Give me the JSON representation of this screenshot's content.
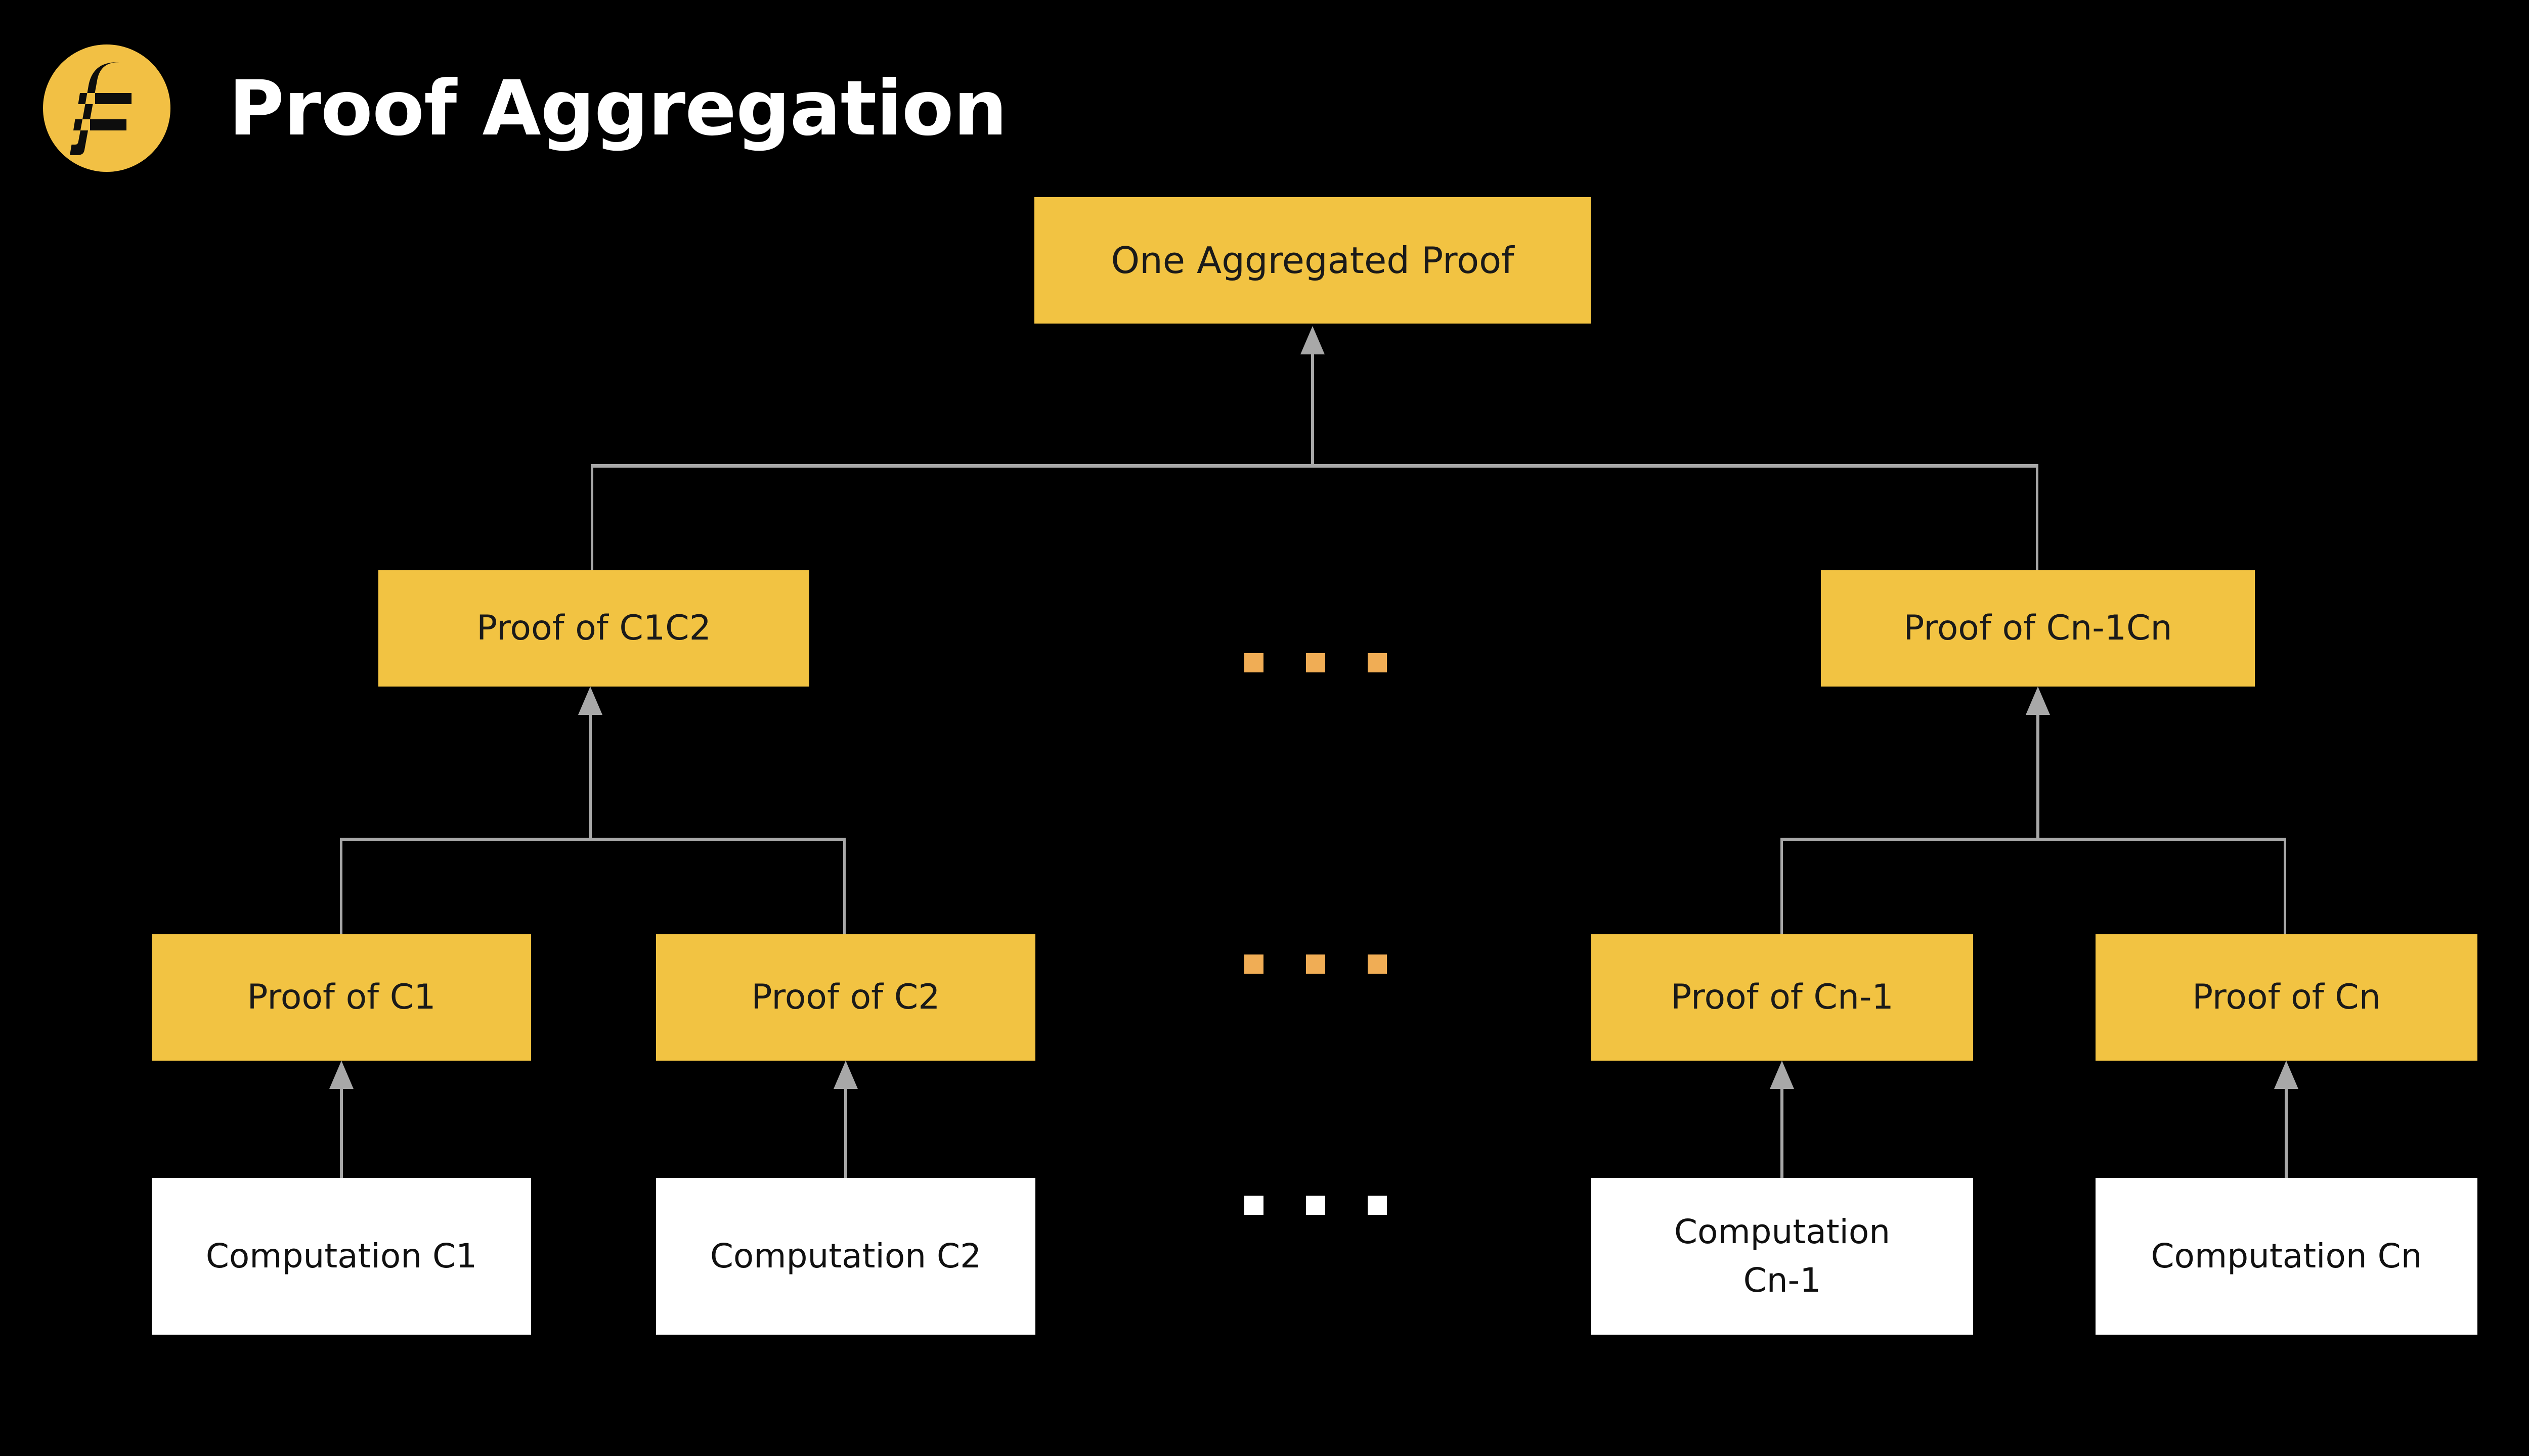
{
  "header": {
    "logo_icon": "filecoin-logo-icon",
    "logo_glyph": "f",
    "logo_color": "#F2C044",
    "title": "Proof Aggregation",
    "title_color": "#FFFFFF"
  },
  "theme": {
    "background": "#000000",
    "proof_box_fill": "#F2C342",
    "proof_box_text": "#1A1A1A",
    "computation_box_fill": "#FFFFFF",
    "computation_box_text": "#101010",
    "connector_color": "#A8A8A8",
    "ellipsis_orange": "#F0AD55",
    "ellipsis_white": "#FFFFFF"
  },
  "diagram": {
    "root": {
      "label": "One Aggregated Proof"
    },
    "level_2": [
      {
        "label": "Proof of C1C2"
      },
      {
        "label": "Proof of Cn-1Cn"
      }
    ],
    "level_3": [
      {
        "label": "Proof of C1"
      },
      {
        "label": "Proof of C2"
      },
      {
        "label": "Proof of Cn-1"
      },
      {
        "label": "Proof of Cn"
      }
    ],
    "level_4": [
      {
        "label": "Computation C1"
      },
      {
        "label": "Computation C2"
      },
      {
        "label": "Computation\nCn-1"
      },
      {
        "label": "Computation Cn"
      }
    ],
    "ellipsis_rows": [
      {
        "name": "ellipsis-proof-pair-row",
        "style": "orange",
        "count": 3
      },
      {
        "name": "ellipsis-proof-row",
        "style": "orange",
        "count": 3
      },
      {
        "name": "ellipsis-computation-row",
        "style": "white",
        "count": 3
      }
    ]
  }
}
